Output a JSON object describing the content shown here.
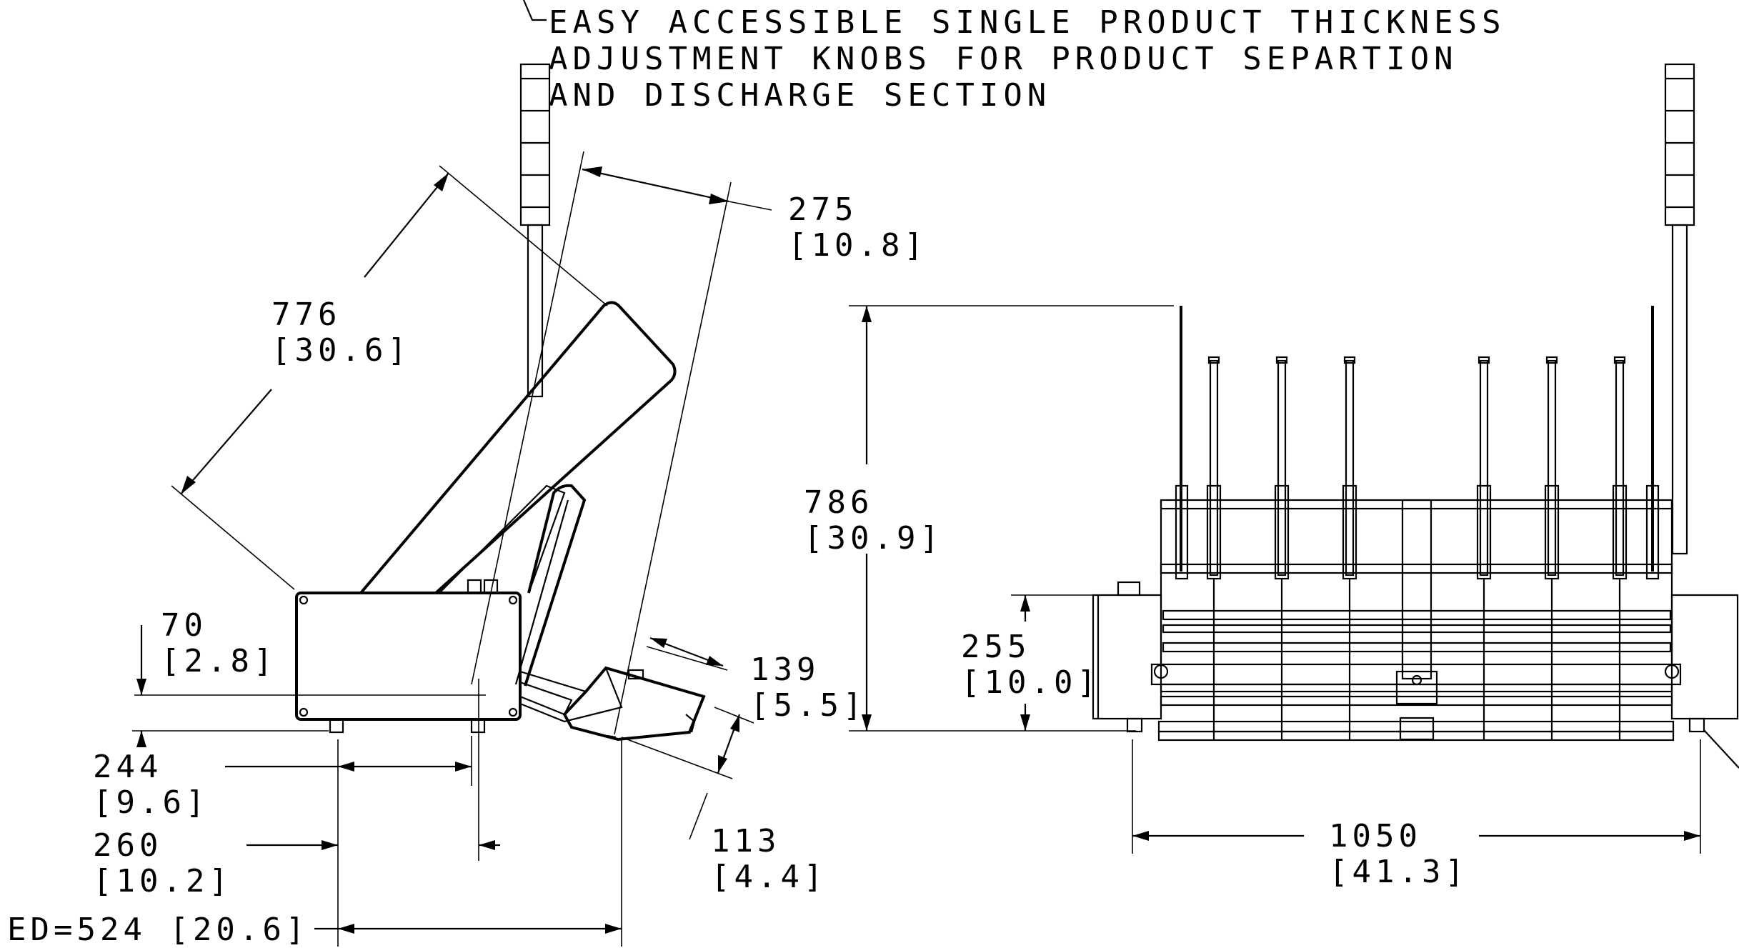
{
  "note": {
    "line1": "EASY ACCESSIBLE SINGLE PRODUCT THICKNESS",
    "line2": "ADJUSTMENT KNOBS FOR PRODUCT SEPARTION",
    "line3": "AND DISCHARGE SECTION"
  },
  "dimensions": {
    "d275": {
      "mm": "275",
      "in": "[10.8]"
    },
    "d776": {
      "mm": "776",
      "in": "[30.6]"
    },
    "d70": {
      "mm": "70",
      "in": "[2.8]"
    },
    "d139": {
      "mm": "139",
      "in": "[5.5]"
    },
    "d244": {
      "mm": "244",
      "in": "[9.6]"
    },
    "d260": {
      "mm": "260",
      "in": "[10.2]"
    },
    "d113": {
      "mm": "113",
      "in": "[4.4]"
    },
    "d524": {
      "text": "ED=524 [20.6]"
    },
    "d786": {
      "mm": "786",
      "in": "[30.9]"
    },
    "d255": {
      "mm": "255",
      "in": "[10.0]"
    },
    "d1050": {
      "mm": "1050",
      "in": "[41.3]"
    }
  }
}
